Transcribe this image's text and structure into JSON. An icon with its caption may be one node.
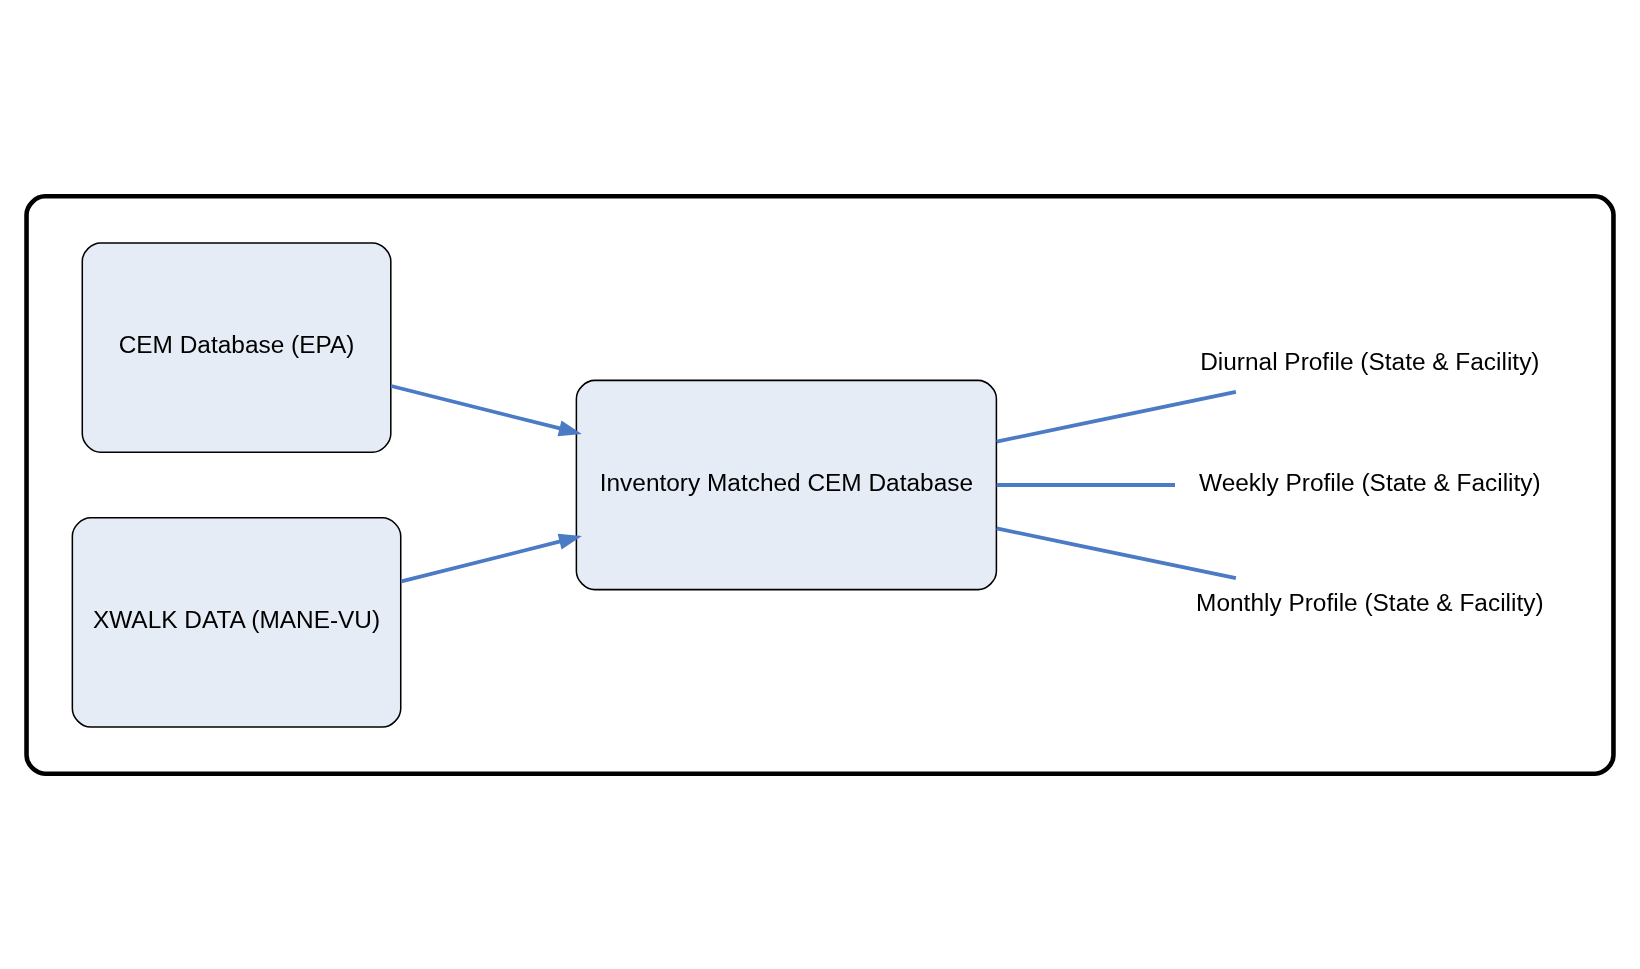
{
  "diagram": {
    "nodes": [
      {
        "text": [],
        "shape": "box"
      },
      {
        "text": [
          "CEM Database (EPA)"
        ],
        "in": 0
      },
      {
        "text": [
          "XWALK DATA (MANE-VU)"
        ],
        "in": 0
      },
      {
        "text": [
          "Inventory Matched CEM Database"
        ],
        "in": 0
      },
      {
        "text": [
          "Monthly Profile (State & Facility)"
        ],
        "in": 0
      },
      {
        "text": [
          "Weekly Profile (State & Facility)"
        ],
        "in": 0
      },
      {
        "text": [
          "Diurnal Profile (State & Facility)"
        ],
        "in": 0
      }
    ],
    "edges": [
      {
        "from": 1,
        "to": 3,
        "arrow": "to"
      },
      {
        "from": 2,
        "to": 3,
        "arrow": "to"
      },
      {
        "from": 3,
        "to": 4,
        "arrow": "none"
      },
      {
        "from": 3,
        "to": 5,
        "arrow": "none"
      },
      {
        "from": 3,
        "to": 6,
        "arrow": "none"
      }
    ]
  }
}
